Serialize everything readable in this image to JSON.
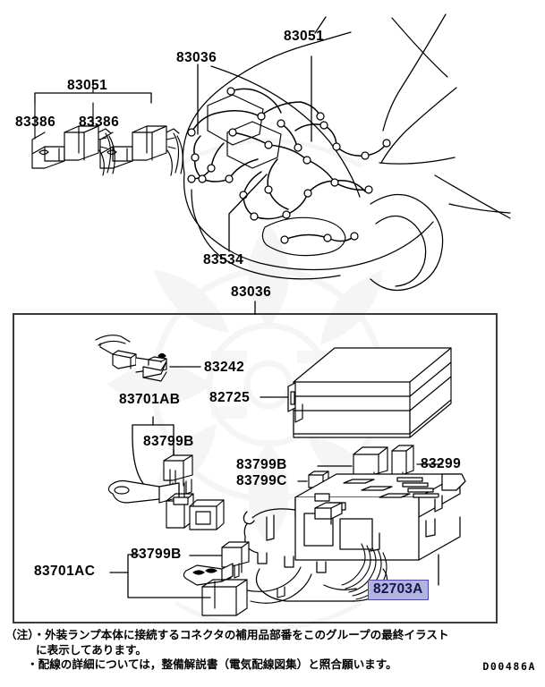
{
  "document": {
    "drawing_code": "D00486A",
    "highlight_color": "#b3b3e0",
    "highlight_border_color": "#4b4ba8",
    "line_color": "#000000"
  },
  "upper_section": {
    "connector_group": {
      "group_label": "83051",
      "member_labels": [
        "83386",
        "83386"
      ]
    },
    "vehicle_callouts": [
      {
        "id": "harness-front",
        "label": "83036"
      },
      {
        "id": "harness-upper",
        "label": "83051"
      },
      {
        "id": "harness-lower",
        "label": "83534"
      }
    ]
  },
  "lower_section": {
    "panel_callout": "83036",
    "callouts": [
      {
        "id": "connector-83242",
        "label": "83242"
      },
      {
        "id": "bracket-83701ab",
        "label": "83701AB"
      },
      {
        "id": "relay-83799b-top",
        "label": "83799B"
      },
      {
        "id": "cover-82725",
        "label": "82725"
      },
      {
        "id": "relay-83799b-box",
        "label": "83799B"
      },
      {
        "id": "relay-83799c-box",
        "label": "83799C"
      },
      {
        "id": "fuse-83299",
        "label": "83299"
      },
      {
        "id": "relay-83799b-low",
        "label": "83799B"
      },
      {
        "id": "bracket-83701ac",
        "label": "83701AC"
      },
      {
        "id": "junction-82703a",
        "label": "82703A",
        "highlighted": true
      }
    ]
  },
  "footnotes": {
    "lines": [
      "（注）・外装ランプ本体に接続するコネクタの補用品部番をこのグループの最終イラスト",
      "に表示してあります。",
      "・配線の詳細については，整備解説書（電気配線図集）と照合願います。"
    ]
  }
}
